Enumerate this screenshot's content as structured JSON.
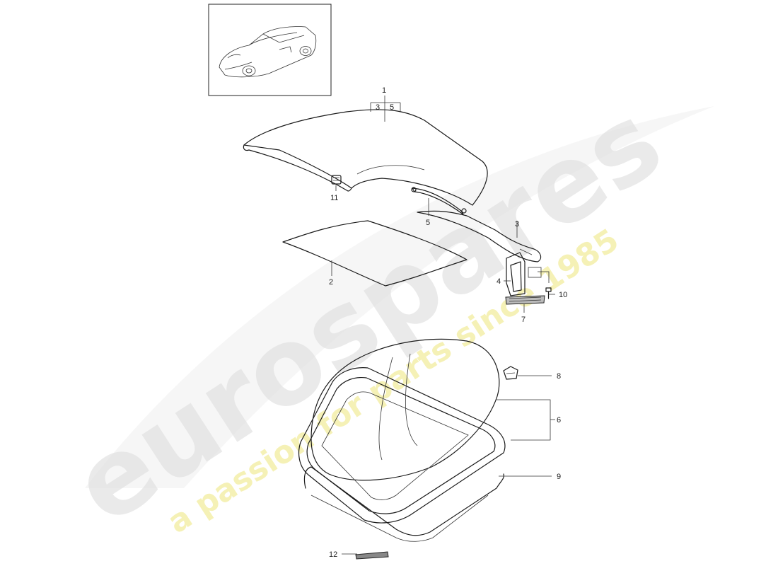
{
  "watermark": {
    "brand": "eurospares",
    "tagline": "a passion for parts since 1985",
    "brand_color": "#d9d9d9",
    "tagline_color": "#f4f0a8"
  },
  "callouts": {
    "c1": "1",
    "c1_sub_a": "3",
    "c1_sub_b": "5",
    "c2": "2",
    "c3": "3",
    "c4": "4",
    "c5": "5",
    "c6": "6",
    "c7": "7",
    "c8": "8",
    "c9": "9",
    "c10": "10",
    "c11": "11",
    "c12": "12"
  }
}
